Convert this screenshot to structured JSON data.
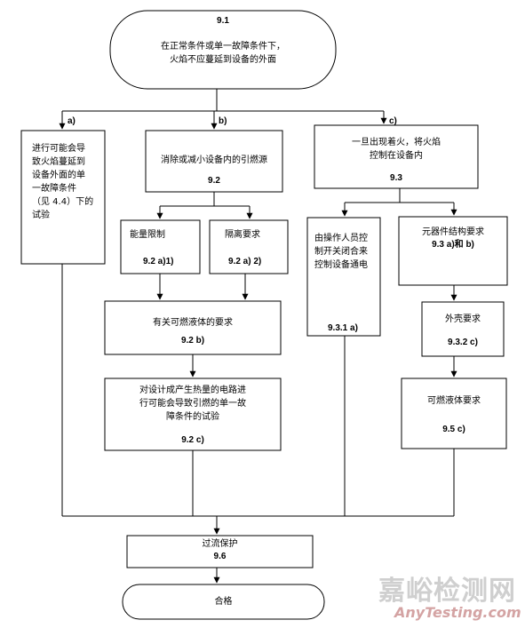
{
  "nodes": {
    "start": {
      "ref": "9.1",
      "text": "在正常条件或单一故障条件下，\n火焰不应蔓延到设备的外面"
    },
    "branch_a": {
      "text": "进行可能会导\n致火焰蔓延到\n设备外面的单\n一故障条件\n（见 4.4）下的\n试验"
    },
    "branch_b": {
      "text": "消除或减小设备内的引燃源",
      "ref": "9.2"
    },
    "branch_c": {
      "text": "一旦出现着火，将火焰\n控制在设备内",
      "ref": "9.3"
    },
    "energy_limit": {
      "text": "能量限制",
      "ref": "9.2 a)1)"
    },
    "isolation": {
      "text": "隔离要求",
      "ref": "9.2 a) 2)"
    },
    "flammable_liquid_b": {
      "text": "有关可燃液体的要求",
      "ref": "9.2 b)"
    },
    "heat_circuit": {
      "text": "对设计成产生热量的电路进\n行可能会导致引燃的单一故\n障条件的试验",
      "ref": "9.2 c)"
    },
    "operator_switch": {
      "text": "由操作人员控\n制开关闭合来\n控制设备通电",
      "ref": "9.3.1 a)"
    },
    "component_structure": {
      "text": "元器件结构要求",
      "ref": "9.3 a)和 b)"
    },
    "enclosure": {
      "text": "外壳要求",
      "ref": "9.3.2 c)"
    },
    "flammable_liquid_req": {
      "text": "可燃液体要求",
      "ref": "9.5 c)"
    },
    "overcurrent": {
      "text": "过流保护",
      "ref": "9.6"
    },
    "pass": {
      "text": "合格"
    }
  },
  "branch_labels": {
    "a": "a)",
    "b": "b)",
    "c": "c)"
  },
  "watermark": {
    "cn": "嘉峪检测网",
    "en": "AnyTesting.com"
  }
}
